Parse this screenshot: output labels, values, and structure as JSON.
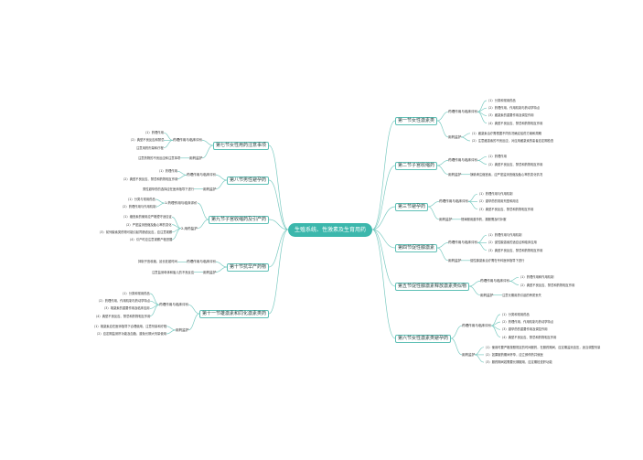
{
  "title": "生殖系统、性激素及生育用药",
  "colors": {
    "accent": "#3cb7ac",
    "line": "#7ccbc2"
  },
  "branches": [
    {
      "label": "第一节女性激素类",
      "children": [
        {
          "label": "药理作用与临床评价",
          "children": [
            "（1）分类和常用药品",
            "（2）药理作用、作用机制与药动学特点",
            "（3）雌激素的重要作用及调控作用",
            "（4）典型不良反应、禁忌和药物相互作用"
          ]
        },
        {
          "label": "用药监护",
          "children": [
            "（1）雌激素治疗需根据不同情况确定给药方案和周期",
            "（2）注意雌激素的不良反应，对应用雌激素的患者应定期检查"
          ]
        }
      ]
    },
    {
      "label": "第二节子宫收缩药",
      "children": [
        {
          "label": "药理作用与临床评价",
          "children": [
            "（1）药理作用",
            "（2）典型不良反应、禁忌和药物相互作用"
          ]
        },
        {
          "label": "用药监护",
          "children": [
            "静脉滴注缩宫素，应严密监测宫缩及胎心率的变化情况"
          ]
        }
      ]
    },
    {
      "label": "第三节避孕药",
      "children": [
        {
          "label": "药理作用与临床评价",
          "children": [
            "（1）药理作用与作用机制",
            "（2）避孕药的常用剂型和用法",
            "（3）典型不良反应、禁忌和药物相互作用"
          ]
        },
        {
          "label": "用药监护",
          "children": [
            "规律服用避孕药，漏服需及时补服"
          ]
        }
      ]
    },
    {
      "label": "第四节促性腺激素",
      "children": [
        {
          "label": "药理作用与临床评价",
          "children": [
            "（1）药理作用与作用机制",
            "（2）促性腺激素的适应证和临床应用",
            "（3）典型不良反应、禁忌和药物相互作用"
          ]
        },
        {
          "label": "用药监护",
          "children": [
            "促性腺激素治疗需在专科医师指导下进行"
          ]
        }
      ]
    },
    {
      "label": "第五节促性腺激素释放激素类似物",
      "children": [
        {
          "label": "药理作用与临床评价",
          "children": [
            "（1）药理作用和作用机制",
            "（2）典型不良反应、禁忌和药物相互作用"
          ]
        },
        {
          "label": "用药监护",
          "children": [
            "注意长期用药引起的骨质丢失"
          ]
        }
      ]
    },
    {
      "label": "第六节女性激素类避孕药",
      "children": [
        {
          "label": "药理作用与临床评价",
          "children": [
            "（1）分类和常用药品",
            "（2）药理作用、作用机制与药动学特点",
            "（3）避孕药的重要作用及调控作用",
            "（4）典型不良反应、禁忌和药物相互作用"
          ]
        },
        {
          "label": "用药监护",
          "children": [
            "（1）使用时要严格按照规定的时间服药，在服药期间，应定期监测血压，适当调整剂量",
            "（2）如果服药期间怀孕，应立即停药并就医",
            "（3）服药期间若需要长期服用，应定期检查肝功能"
          ]
        }
      ]
    },
    {
      "label": "第七节女性用药注意事项",
      "children": [
        {
          "label": "药理作用与临床评价",
          "children": [
            "（1）药理作用",
            "（2）典型不良反应和禁忌",
            "注意用药剂量和疗程"
          ]
        },
        {
          "label": "用药监护",
          "children": [
            "注意药物的不良反应和注意事项"
          ]
        }
      ]
    },
    {
      "label": "第八节男性避孕药",
      "children": [
        {
          "label": "药理作用与临床评价",
          "children": [
            "（1）药理作用",
            "（2）典型不良反应、禁忌和药物相互作用"
          ]
        },
        {
          "label": "用药监护",
          "children": [
            "男性避孕药的选择应在医师指导下进行"
          ]
        }
      ]
    },
    {
      "label": "第九节子宫收缩药及引产药",
      "children": [
        {
          "label": "1.药理作用与临床评价",
          "children": [
            "（1）分类与常用药品",
            "（2）药理作用与作用机制"
          ]
        },
        {
          "label": "2.用药监护",
          "children": [
            "（1）缩宫素的使用应严格遵守适应证",
            "（2）严密监测宫缩及胎心率的变化",
            "（3）前列腺素类药物可能引起胃肠道反应，应注意观察",
            "（4）引产时应注意观察产程进展"
          ]
        }
      ]
    },
    {
      "label": "第十节抗早产药物",
      "children": [
        {
          "label": "药理作用与临床评价",
          "children": [
            "抑制子宫收缩，延长妊娠时间"
          ]
        },
        {
          "label": "用药监护",
          "children": [
            "注意监测母体和胎儿的不良反应"
          ]
        }
      ]
    },
    {
      "label": "第十一节雄激素和同化激素类药",
      "children": [
        {
          "label": "药理作用与临床评价",
          "children": [
            "（1）分类和常用药品",
            "（2）药理作用、作用机制与药动学特点",
            "（3）雄激素的重要作用及临床应用",
            "（4）典型不良反应、禁忌和药物相互作用"
          ]
        },
        {
          "label": "用药监护",
          "children": [
            "（1）雄激素应在医师指导下合理使用，注意剂量和疗程",
            "（2）应定期监测肝功能及血脂，避免长期大剂量使用"
          ]
        }
      ]
    }
  ]
}
